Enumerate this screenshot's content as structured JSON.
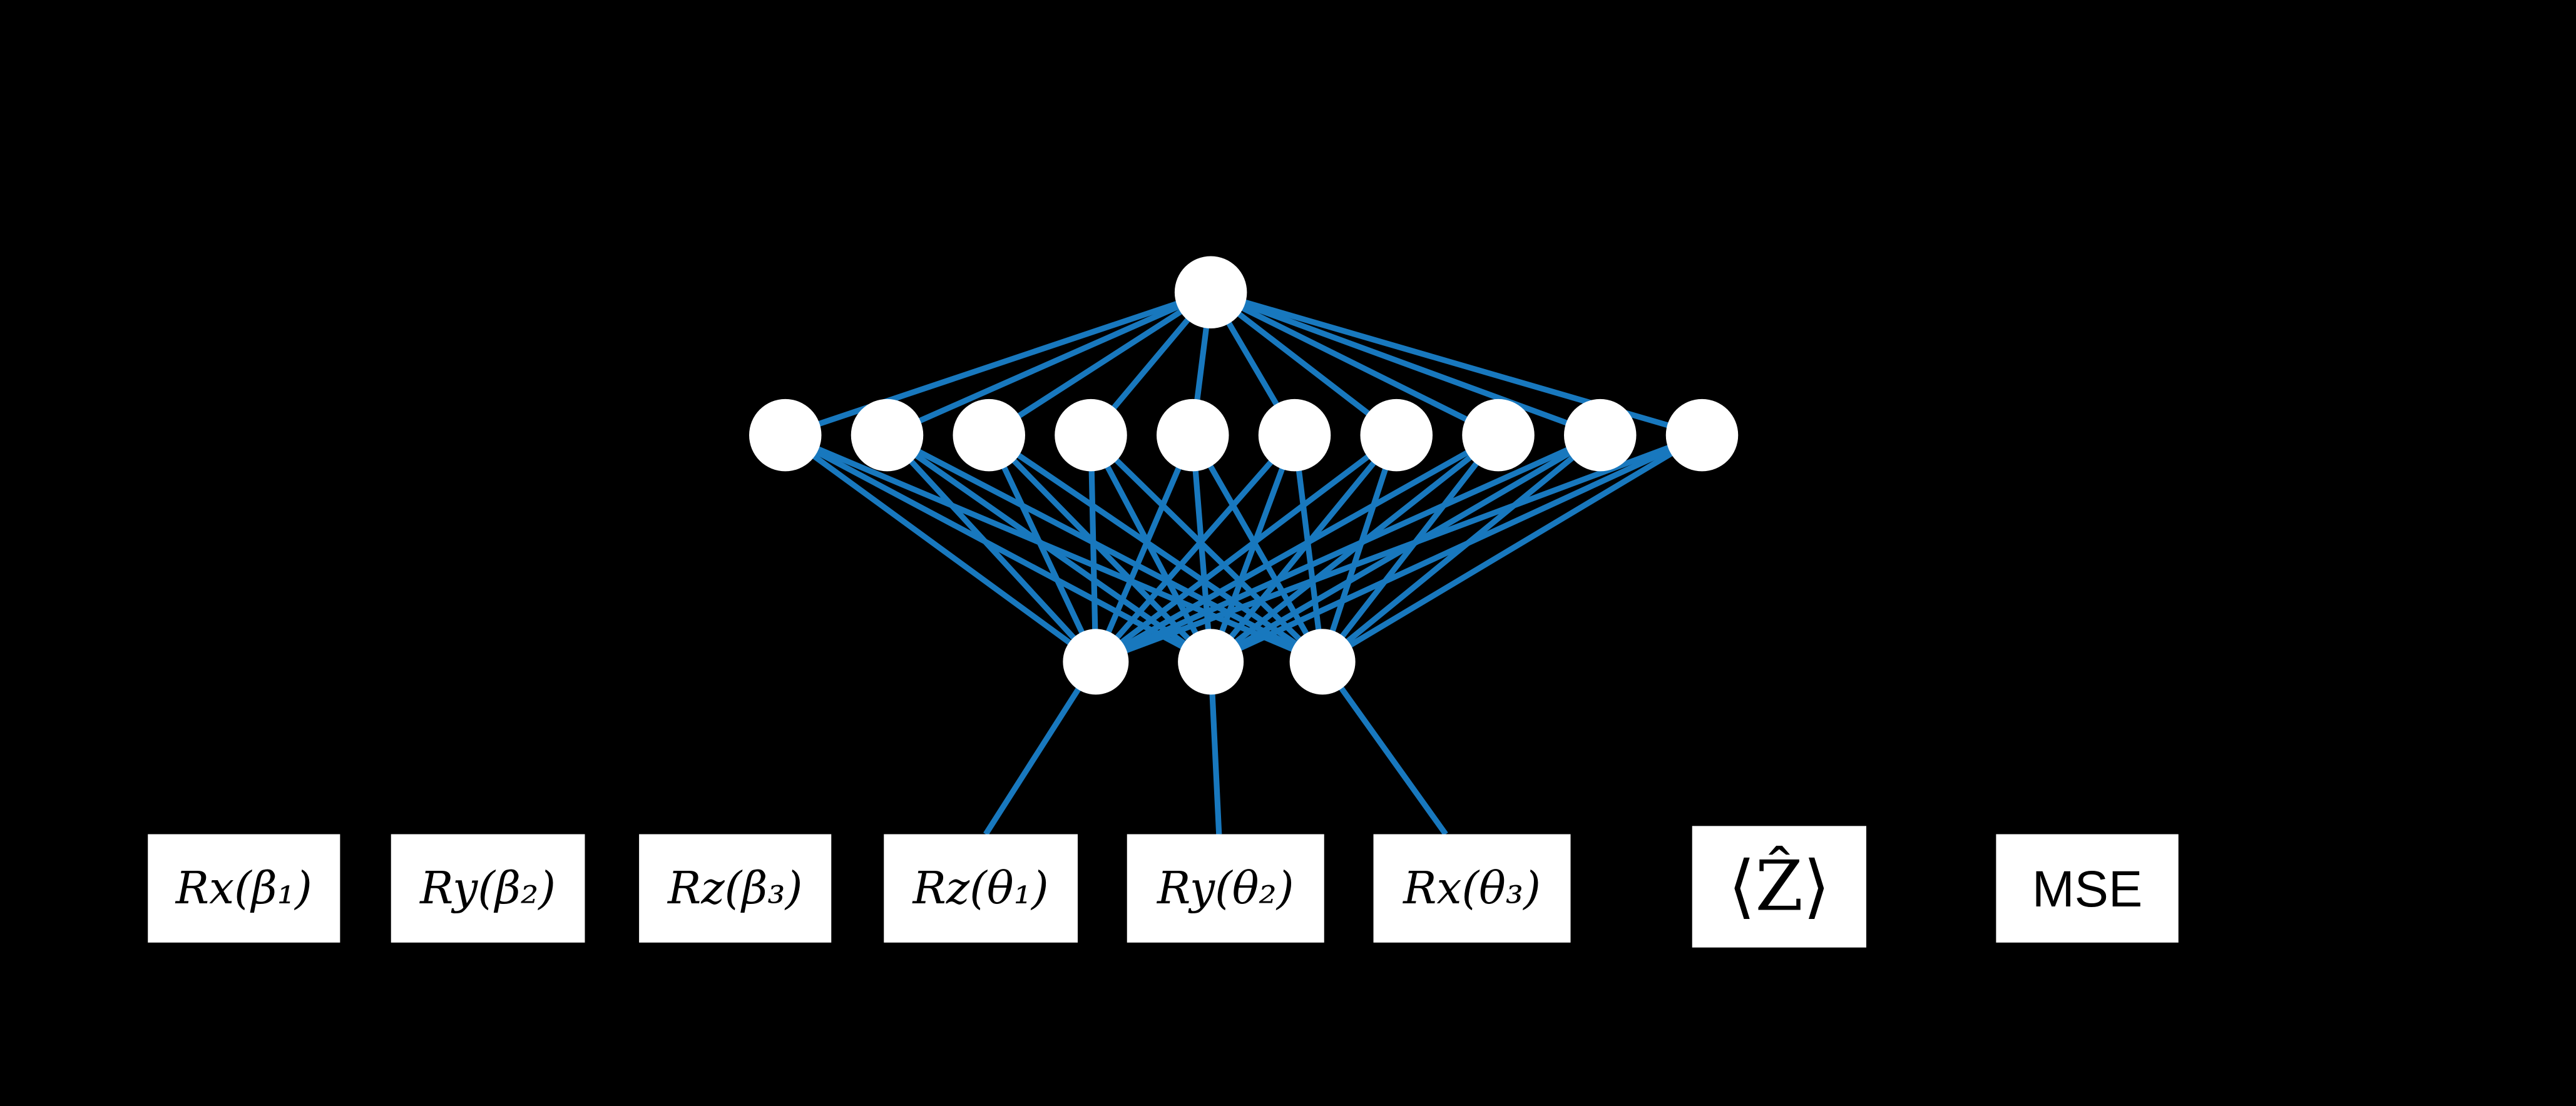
{
  "figure": {
    "background_color": "#000000",
    "node_color": "#ffffff",
    "edge_color": "#1878be",
    "description": "Neural-network style diagram: 1 output node fully connected to a hidden layer of 10 nodes, fully connected to 3 lower nodes, each wired to one parameterized rotation gate box",
    "network_layers": [
      1,
      10,
      3
    ]
  },
  "boxes": [
    {
      "label": "Rx(β₁)"
    },
    {
      "label": "Ry(β₂)"
    },
    {
      "label": "Rz(β₃)"
    },
    {
      "label": "Rz(θ₁)"
    },
    {
      "label": "Ry(θ₂)"
    },
    {
      "label": "Rx(θ₃)"
    },
    {
      "label": "⟨Ẑ⟩"
    },
    {
      "label": "MSE"
    }
  ]
}
